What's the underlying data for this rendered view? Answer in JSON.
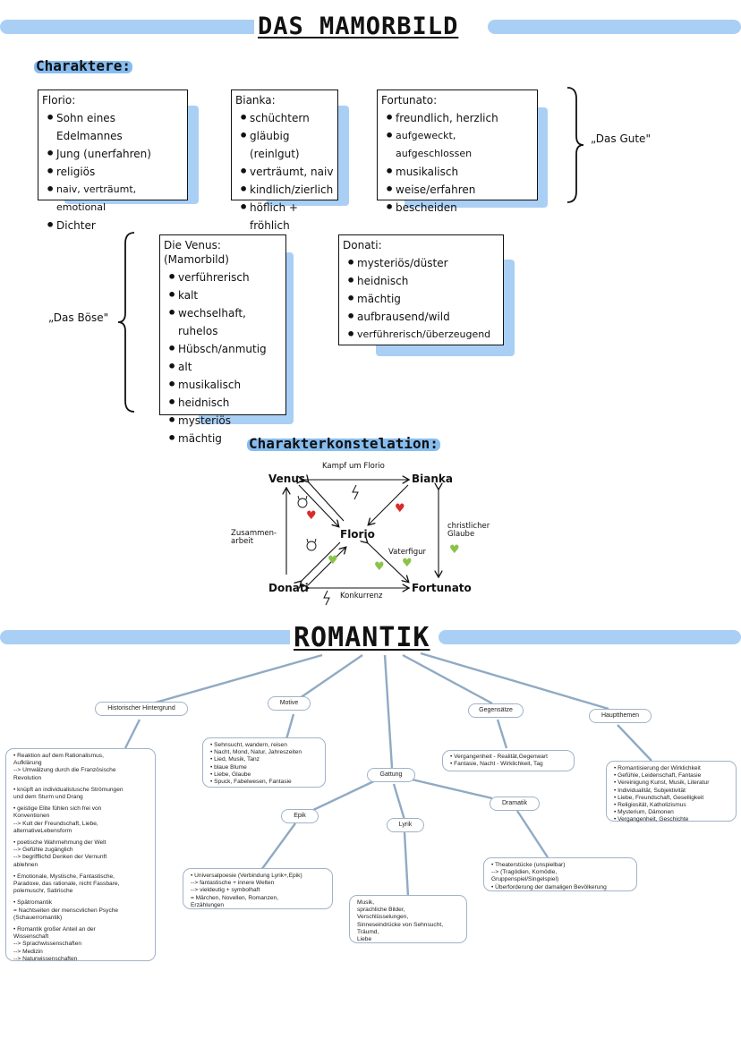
{
  "header": {
    "title": "DAS MAMORBILD"
  },
  "charaktere": {
    "heading": "Charaktere:",
    "cards": [
      {
        "title": "Florio:",
        "items": [
          "Sohn eines Edelmannes",
          "Jung (unerfahren)",
          "religiös",
          "naiv, verträumt, emotional",
          "Dichter"
        ]
      },
      {
        "title": "Bianka:",
        "items": [
          "schüchtern",
          "gläubig (reinlgut)",
          "verträumt, naiv",
          "kindlich/zierlich",
          "höflich + fröhlich"
        ]
      },
      {
        "title": "Fortunato:",
        "items": [
          "freundlich, herzlich",
          "aufgeweckt, aufgeschlossen",
          "musikalisch",
          "weise/erfahren",
          "bescheiden"
        ]
      },
      {
        "title": "Die Venus: (Mamorbild)",
        "items": [
          "verführerisch",
          "kalt",
          "wechselhaft, ruhelos",
          "Hübsch/anmutig",
          "alt",
          "musikalisch",
          "heidnisch",
          "mysteriös",
          "mächtig"
        ]
      },
      {
        "title": "Donati:",
        "items": [
          "mysteriös/düster",
          "heidnisch",
          "mächtig",
          "aufbrausend/wild",
          "verführerisch/überzeugend"
        ]
      }
    ],
    "label_good": "„Das Gute\"",
    "label_bad": "„Das Böse\""
  },
  "konstellation": {
    "heading": "Charakterkonstelation:",
    "nodes": {
      "venus": "Venus",
      "bianka": "Bianka",
      "florio": "Florio",
      "donati": "Donati",
      "fortunato": "Fortunato"
    },
    "labels": {
      "kampf": "Kampf um Florio",
      "zusammen": "Zusammen-\narbeit",
      "christlich": "christlicher\nGlaube",
      "vaterfigur": "Vaterfigur",
      "konkurrenz": "Konkurrenz"
    },
    "colors": {
      "red_heart": "#d92b2b",
      "green_heart": "#8bc34a"
    }
  },
  "romantik": {
    "title": "ROMANTIK",
    "nodes": {
      "historisch": "Historischer Hintergrund",
      "motive": "Motive",
      "gegensaetze": "Gegensätze",
      "hauptthemen": "Hauptthemen",
      "gattung": "Gattung",
      "epik": "Epik",
      "lyrik": "Lyrik",
      "dramatik": "Dramatik"
    },
    "historisch_items": [
      "• Reaktion auf dem Rationalismus,\nAufklärung\n--> Umwälzung durch die Französische\nRevolution",
      "• knüpft an individualistusche Strömungen\nund dem Sturm und Drang",
      "• geistige Elite fühlen sich frei von\nKonventionen\n--> Kult der Freundschaft, Liebe,\nalternativeLebensform",
      "• poetische Wahrnehmung der Welt\n--> Gefühle zugänglich\n--> begrifflichd Denken der Vernunft\nablehnen",
      "• Emotionale, Mystische, Fantastische,\nParadoxe, das rationale, nicht Fassbare,\npolemuschr, Satirische",
      "• Spätromantik\n= Nachtseiten der menscvlichen Psyche\n(Schauerromantik)",
      "• Romantik großer Anteil an der\nWissenschaft\n--> Sprachwissenschaften\n-->  Medizin\n--> Naturwissenschaften"
    ],
    "motive_text": "• Sehnsucht, wandern, reisen\n• Nacht, Mond, Natur, Jahreszeiten\n• Lied, Musik, Tanz\n• blaue Blume\n• Liebe, Glaube\n• Spuck, Fabelwesen, Fantasie",
    "gegensaetze_text": "• Vergangenheit - Realität,Gegenwart\n• Fantasie, Nacht - Wirklichkeit, Tag",
    "hauptthemen_text": "• Romantisierung der Wirklichkeit\n• Gefühle, Leidenschaft, Fantasie\n• Vereinigung Kunst, Musik, Literatur\n• Individualität, Subjektivität\n• Liebe, Freundschaft, Geselligkeit\n• Religiosität, Katholizismus\n• Mysterium, Dämonen\n• Vergangenheit, Geschichte",
    "epik_text": "• Universalpoesie (Verbindung Lyrik+,Epik)\n--> fantastische + innere Welten\n--> vieldeutig + symbolhaft\n= Märchen, Novellen, Romanzen,\nErzählungen",
    "lyrik_text": "Musik,\nsprachliche Bilder,\nVerschlüsselungen,\nSinneseindrücke von Sehnsucht,\nTräumd,\nLiebe",
    "dramatik_text": "• Theaterstücke (unspielbar)\n--> (Tragödien, Komödie,\nGruppenspiel/Singelspiel)\n• Überforderung der damaligen Bevölkerung"
  }
}
